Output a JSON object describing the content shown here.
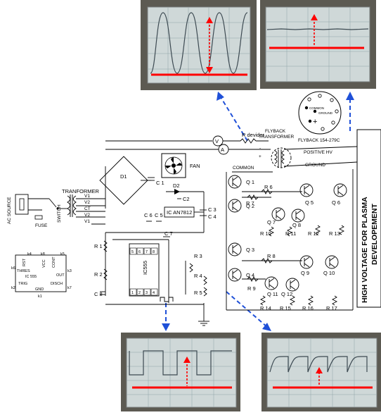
{
  "labels": {
    "r_devider": "R devider",
    "flyback_transformer_1": "FLYBACK",
    "flyback_transformer_2": "TRANSFORMER",
    "flyback_part": "FLYBACK 154-279C",
    "common_pin": "COMMON",
    "ground_pin": "GROUND",
    "positive_hv": "POSITIVE HV",
    "ground": "GROUND",
    "common": "COMMON",
    "fan": "FAN",
    "d1": "D1",
    "c1": "C 1",
    "d2": "D2",
    "c2": "C2",
    "ic_an7812": "IC AN7812",
    "c3": "C 3",
    "c4": "C 4",
    "c6": "C 6",
    "c5": "C 5",
    "c7": "C 7",
    "c8": "C 8",
    "transformer": "TRANFORMER",
    "v1_top": "V1",
    "v2_top": "V2",
    "ct": "CT",
    "v2_bot": "V2",
    "v1_bot": "V1",
    "ac_source": "AC SOURCE",
    "fuse": "FUSE",
    "switch": "SWITCH",
    "r1": "R 1",
    "r2": "R 2",
    "ic555": "IC555",
    "r3": "R 3",
    "r4": "R 4",
    "r5": "R 5",
    "q1": "Q 1",
    "q2": "Q 2",
    "q3": "Q 3",
    "q4": "Q 4",
    "q5": "Q 5",
    "q6": "Q 6",
    "q7": "Q 7",
    "q8": "Q 8",
    "q9": "Q 9",
    "q10": "Q 10",
    "q11": "Q 11",
    "q12": "Q 12",
    "r6": "R 6",
    "r7": "R 7",
    "r8": "R 8",
    "r9": "R 9",
    "r10": "R 10",
    "r11": "R 11",
    "r12": "R 12",
    "r13": "R 13",
    "r14": "R 14",
    "r15": "R 15",
    "r16": "R 16",
    "r17": "R 17",
    "v_meter": "V",
    "a_meter": "A",
    "side_title_1": "HIGH VOLTAGE FOR PLASMA",
    "side_title_2": "DEVELOPEMENT"
  },
  "ic555_pinout": {
    "k4": "k4",
    "k8": "k8",
    "k5": "k5",
    "k6": "k6",
    "k3": "k3",
    "k2": "k2",
    "k7": "k7",
    "k1": "k1",
    "rst": "RST",
    "vcc": "VCC",
    "thres": "THRES",
    "cont": "CONT",
    "name": "IC 555",
    "out": "OUT",
    "trig": "TRIG",
    "disch": "DISCH",
    "gnd": "GND"
  },
  "ic555_pins": [
    "5",
    "6",
    "7",
    "8",
    "1",
    "2",
    "3",
    "4"
  ]
}
